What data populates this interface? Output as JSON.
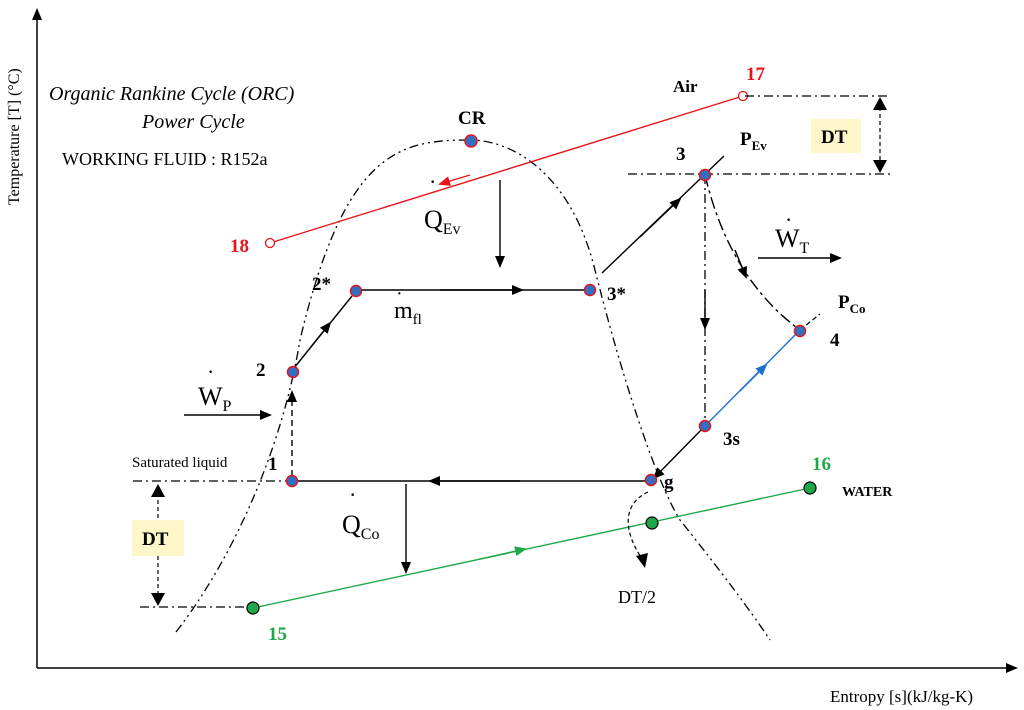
{
  "title": {
    "line1": "Organic Rankine Cycle (ORC)",
    "line2": "Power Cycle",
    "fluid": "WORKING FLUID : R152a"
  },
  "axes": {
    "y_label": "Temperature [T] (°C)",
    "x_label": "Entropy [s](kJ/kg-K)"
  },
  "points": {
    "p1": "1",
    "p2": "2",
    "p2s": "2*",
    "p3": "3",
    "p3s": "3*",
    "p3iso": "3s",
    "p4": "4",
    "pg": "g",
    "cr": "CR",
    "p15": "15",
    "p16": "16",
    "p17": "17",
    "p18": "18"
  },
  "labels": {
    "air": "Air",
    "water": "WATER",
    "saturated_liquid": "Saturated liquid",
    "dt_top": "DT",
    "dt_left": "DT",
    "dt_half": "DT/2",
    "q_ev_main": "Q",
    "q_ev_sub": "Ev",
    "q_co_main": "Q",
    "q_co_sub": "Co",
    "w_t_main": "W",
    "w_t_sub": "T",
    "w_p_main": "W",
    "w_p_sub": "P",
    "m_main": "m",
    "m_sub": "fl",
    "p_ev_main": "P",
    "p_ev_sub": "Ev",
    "p_co_main": "P",
    "p_co_sub": "Co"
  },
  "colors": {
    "air_line": "#e8141b",
    "water_line": "#1fa84a",
    "turbine_line": "#1f6fd1",
    "state_point_fill": "#2f6fc4",
    "state_point_stroke": "#e8141b",
    "dt_box": "#fdf7c9"
  }
}
